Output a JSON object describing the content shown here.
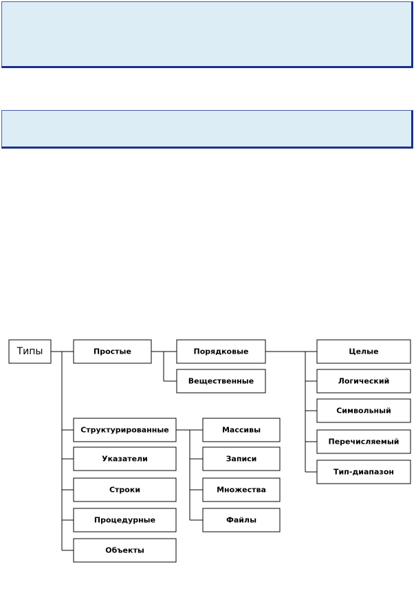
{
  "colors": {
    "panel_fill": "#dcedf6",
    "panel_border": "#1b2f8a"
  },
  "panels": [
    {
      "id": "panel-top",
      "text": ""
    },
    {
      "id": "panel-second",
      "text": ""
    }
  ],
  "diagram": {
    "root": "Типы",
    "simple": "Простые",
    "ordinal": "Порядковые",
    "real": "Вещественные",
    "ordinal_types": [
      "Целые",
      "Логический",
      "Символьный",
      "Перечисляемый",
      "Тип-диапазон"
    ],
    "other_types": [
      "Структурированные",
      "Указатели",
      "Строки",
      "Процедурные",
      "Объекты"
    ],
    "structured_types": [
      "Массивы",
      "Записи",
      "Множества",
      "Файлы"
    ]
  }
}
